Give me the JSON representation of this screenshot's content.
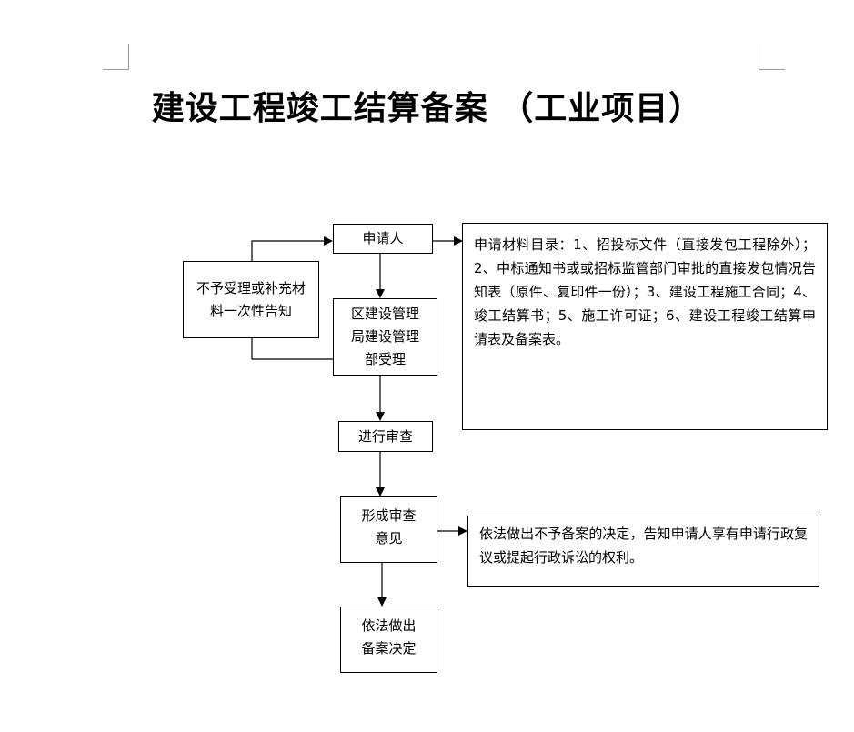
{
  "document": {
    "title": "建设工程竣工结算备案 （工业项目）"
  },
  "flowchart": {
    "nodes": {
      "applicant": "申请人",
      "reject": "不予受理或补充材料一次性告知",
      "accept": "区建设管理局建设管理部受理",
      "review": "进行审查",
      "opinion": "形成审查意见",
      "decision": "依法做出备案决定",
      "materials": "申请材料目录：1、招投标文件（直接发包工程除外）；2、中标通知书或或招标监管部门审批的直接发包情况告知表（原件、复印件一份）；3、建设工程施工合同；4、竣工结算书；5、施工许可证；6、建设工程竣工结算申请表及备案表。",
      "notice": "依法做出不予备案的决定，告知申请人享有申请行政复议或提起行政诉讼的权利。"
    }
  }
}
